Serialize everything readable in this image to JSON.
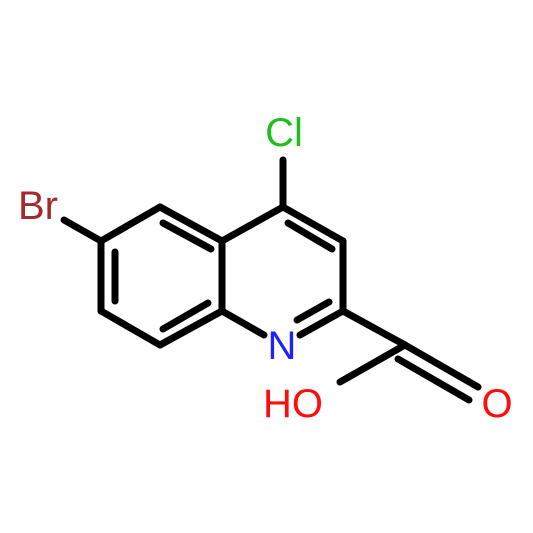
{
  "molecule": {
    "atoms": {
      "br": {
        "label": "Br",
        "color": "#a52a2a"
      },
      "cl": {
        "label": "Cl",
        "color": "#1fbf1f"
      },
      "n": {
        "label": "N",
        "color": "#1f1fff"
      },
      "oh": {
        "label": "HO",
        "color": "#ff0d0d"
      },
      "o": {
        "label": "O",
        "color": "#ff0d0d"
      }
    }
  }
}
